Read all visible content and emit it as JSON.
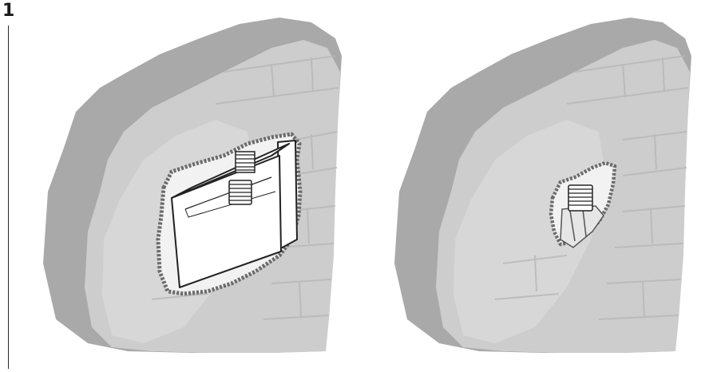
{
  "step": {
    "number": "1"
  },
  "colors": {
    "wall_back": "#a9a9a9",
    "wall_front": "#cdcdcd",
    "plaster_light": "#dedede",
    "brick_line": "#b7b7b7",
    "box_fill": "#ffffff",
    "outline": "#222222",
    "rough_edge": "#6a6a6a"
  },
  "illustrations": [
    {
      "name": "wall-with-mounting-box",
      "shows": "mounting-box",
      "screws": 2
    },
    {
      "name": "wall-with-screw-only",
      "shows": "screw-only",
      "screws": 1
    }
  ]
}
